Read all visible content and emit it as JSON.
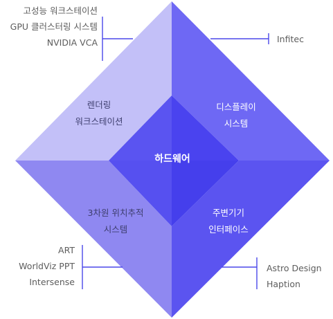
{
  "colors": {
    "quad_top_left": "#c3c0f8",
    "quad_top_right": "#6e68f4",
    "quad_bottom_left": "#8f88f1",
    "quad_bottom_right": "#5b54f0",
    "center_top_left": "#5a54f1",
    "center_top_right": "#4a43ef",
    "center_bottom_left": "#5650f0",
    "center_bottom_right": "#453fec",
    "connector": "#4a46ea"
  },
  "center": {
    "label": "하드웨어"
  },
  "quadrants": {
    "top_left": {
      "lines": [
        "렌더링",
        "워크스테이션"
      ]
    },
    "top_right": {
      "lines": [
        "디스플레이",
        "시스템"
      ]
    },
    "bottom_left": {
      "lines": [
        "3차원 위치추적",
        "시스템"
      ]
    },
    "bottom_right": {
      "lines": [
        "주변기기",
        "인터페이스"
      ]
    }
  },
  "vendors": {
    "top_left": [
      "고성능 워크스테이션",
      "GPU 클러스터링 시스템",
      "NVIDIA VCA"
    ],
    "top_right": [
      "Infitec"
    ],
    "bottom_left": [
      "ART",
      "WorldViz PPT",
      "Intersense"
    ],
    "bottom_right": [
      "Astro Design",
      "Haption"
    ]
  }
}
